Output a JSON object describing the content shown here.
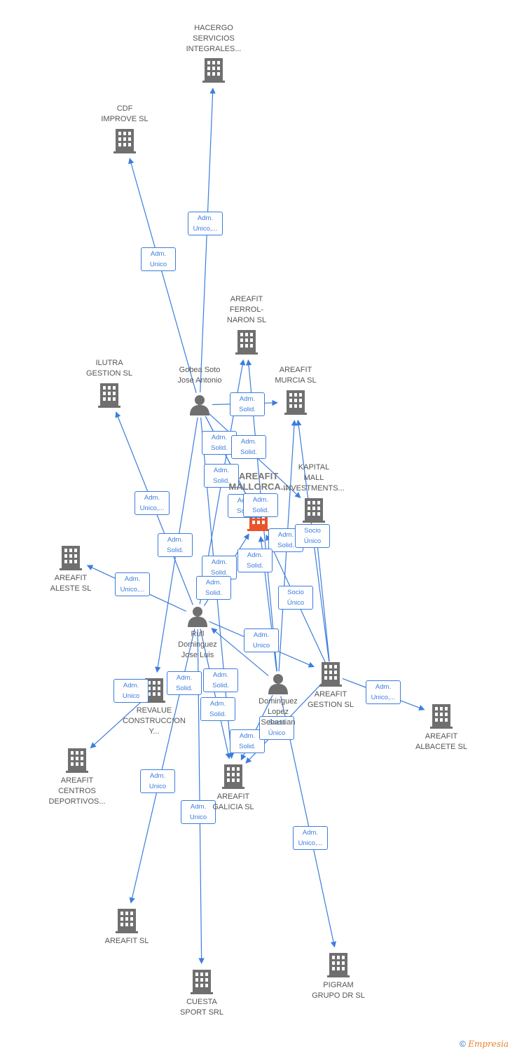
{
  "colors": {
    "edge": "#3b7ddd",
    "node": "#6f6f6f",
    "main_node": "#e8552b",
    "label": "#555555"
  },
  "nodes": [
    {
      "id": "hacergo",
      "type": "company",
      "label": "HACERGO\nSERVICIOS\nINTEGRALES..."
    },
    {
      "id": "cdf",
      "type": "company",
      "label": "CDF\nIMPROVE  SL"
    },
    {
      "id": "ferrol",
      "type": "company",
      "label": "AREAFIT\nFERROL-\nNARON  SL"
    },
    {
      "id": "ilutra",
      "type": "company",
      "label": "ILUTRA\nGESTION  SL"
    },
    {
      "id": "murcia",
      "type": "company",
      "label": "AREAFIT\nMURCIA  SL"
    },
    {
      "id": "gobea",
      "type": "person",
      "label": "Gobea  Soto\nJose Antonio"
    },
    {
      "id": "kapital",
      "type": "company",
      "label": "KAPITAL\nMALL\nINVESTMENTS..."
    },
    {
      "id": "mallorca",
      "type": "main",
      "label": "AREAFIT\nMALLORCA..."
    },
    {
      "id": "aleste",
      "type": "company",
      "label": "AREAFIT\nALESTE  SL"
    },
    {
      "id": "rull",
      "type": "person",
      "label": "Rull\nDominguez\nJose Luis"
    },
    {
      "id": "gestion",
      "type": "company",
      "label": "AREAFIT\nGESTION  SL"
    },
    {
      "id": "dominguez",
      "type": "person",
      "label": "Dominguez\nLopez\nSebastian"
    },
    {
      "id": "revalue",
      "type": "company",
      "label": "REVALUE\nCONSTRUCCION\nY..."
    },
    {
      "id": "albacete",
      "type": "company",
      "label": "AREAFIT\nALBACETE  SL"
    },
    {
      "id": "centros",
      "type": "company",
      "label": "AREAFIT\nCENTROS\nDEPORTIVOS..."
    },
    {
      "id": "galicia",
      "type": "company",
      "label": "AREAFIT\nGALICIA  SL"
    },
    {
      "id": "areafit",
      "type": "company",
      "label": "AREAFIT  SL"
    },
    {
      "id": "pigram",
      "type": "company",
      "label": "PIGRAM\nGRUPO DR  SL"
    },
    {
      "id": "cuesta",
      "type": "company",
      "label": "CUESTA\nSPORT SRL"
    }
  ],
  "edges": [
    {
      "from": "gobea",
      "to": "hacergo",
      "label": "Adm.\nUnico,..."
    },
    {
      "from": "gobea",
      "to": "cdf",
      "label": "Adm.\nUnico"
    },
    {
      "from": "gobea",
      "to": "murcia",
      "label": "Adm.\nSolid."
    },
    {
      "from": "gobea",
      "to": "kapital",
      "label": "Adm.\nSolid."
    },
    {
      "from": "gobea",
      "to": "mallorca",
      "label": "Adm.\nSolid."
    },
    {
      "from": "gobea",
      "to": "galicia",
      "label": "Adm.\nSolid."
    },
    {
      "from": "gobea",
      "to": "revalue",
      "label": "Adm.\nSolid."
    },
    {
      "from": "gobea",
      "to": "mallorca",
      "label": "Adm.\nSolid."
    },
    {
      "from": "rull",
      "to": "ilutra",
      "label": "Adm.\nUnico,..."
    },
    {
      "from": "rull",
      "to": "aleste",
      "label": "Adm.\nUnico,..."
    },
    {
      "from": "rull",
      "to": "ferrol",
      "label": "Adm.\nSolid."
    },
    {
      "from": "rull",
      "to": "mallorca",
      "label": "Adm.\nSolid."
    },
    {
      "from": "rull",
      "to": "gestion",
      "label": "Adm.\nUnico"
    },
    {
      "from": "rull",
      "to": "galicia",
      "label": "Adm.\nSolid."
    },
    {
      "from": "rull",
      "to": "areafit",
      "label": "Adm.\nUnico"
    },
    {
      "from": "rull",
      "to": "cuesta",
      "label": "Adm.\nUnico"
    },
    {
      "from": "dominguez",
      "to": "ferrol",
      "label": "Adm.\nSolid."
    },
    {
      "from": "dominguez",
      "to": "murcia",
      "label": "Adm.\nSolid."
    },
    {
      "from": "dominguez",
      "to": "mallorca",
      "label": "Adm.\nSolid."
    },
    {
      "from": "dominguez",
      "to": "rull",
      "label": "Adm.\nSolid."
    },
    {
      "from": "dominguez",
      "to": "galicia",
      "label": "Adm.\nSolid."
    },
    {
      "from": "dominguez",
      "to": "pigram",
      "label": "Adm.\nUnico,..."
    },
    {
      "from": "gestion",
      "to": "kapital",
      "label": "Socio\nÚnico"
    },
    {
      "from": "gestion",
      "to": "mallorca",
      "label": "Socio\nÚnico"
    },
    {
      "from": "gestion",
      "to": "murcia",
      "label": "Adm.\nSolid."
    },
    {
      "from": "gestion",
      "to": "albacete",
      "label": "Adm.\nUnico,..."
    },
    {
      "from": "gestion",
      "to": "galicia",
      "label": "Socio\nÚnico"
    },
    {
      "from": "revalue",
      "to": "centros",
      "label": "Adm.\nUnico"
    }
  ],
  "footer": {
    "copyright": "©",
    "brand": "Empresia"
  }
}
